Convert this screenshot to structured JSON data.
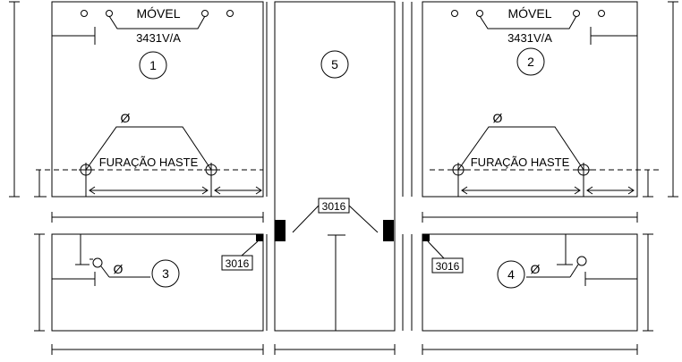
{
  "labels": {
    "movel": "MÓVEL",
    "model": "3431V/A",
    "furacao": "FURAÇÃO HASTE",
    "diameter": "Ø",
    "code": "3016"
  },
  "panels": {
    "p1": "1",
    "p2": "2",
    "p3": "3",
    "p4": "4",
    "p5": "5"
  }
}
